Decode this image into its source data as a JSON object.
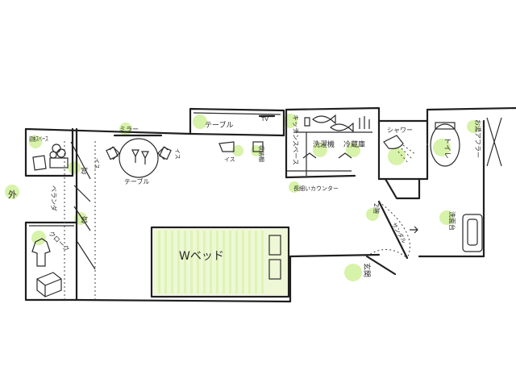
{
  "labels": {
    "outside": "外",
    "storage": "収納スペース",
    "veranda": "ベランダ",
    "window_top": "窓",
    "window_bottom": "窓",
    "closet": "クローク",
    "mirror": "ミラー",
    "table_dining": "テーブル",
    "chair_left": "イス",
    "chair_right": "イス",
    "table_top": "テーブル",
    "tv": "TV",
    "chair_top": "イス",
    "kitchen_space": "キッチンスペース",
    "shelf": "収納棚",
    "washing_machine": "洗濯機",
    "fridge": "冷蔵庫",
    "counter": "長細いカウンター",
    "shower": "シャワー",
    "toilet": "トイレ",
    "bathtub": "お湯アフラー",
    "washbasin": "洗面台",
    "stairs": "2階",
    "entrance": "玄関",
    "sandal": "サンダル",
    "w_bed": "Wベッド"
  },
  "colors": {
    "line": "#1f1f1f",
    "highlight": "#c9ee8c",
    "stripe": "#eaf7c8"
  },
  "icons": [
    "plant-icon",
    "shirt-icon",
    "box-icon",
    "fish-icon",
    "bottle-icon",
    "wine-glass-icon",
    "shower-head-icon"
  ]
}
